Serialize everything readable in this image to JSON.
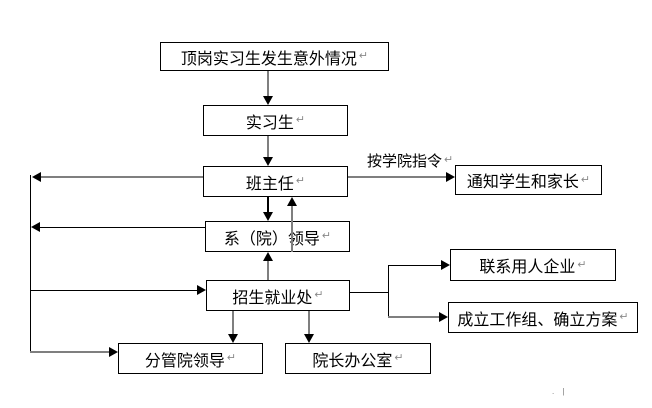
{
  "diagram": {
    "type": "flowchart",
    "nodes": {
      "incident": {
        "label": "顶岗实习生发生意外情况"
      },
      "intern": {
        "label": "实习生"
      },
      "teacher": {
        "label": "班主任"
      },
      "notify": {
        "label": "通知学生和家长"
      },
      "dept": {
        "label": "系（院）领导"
      },
      "admissions": {
        "label": "招生就业处"
      },
      "contact": {
        "label": "联系用人企业"
      },
      "workgroup": {
        "label": "成立工作组、确立方案"
      },
      "vp": {
        "label": "分管院领导"
      },
      "office": {
        "label": "院长办公室"
      }
    },
    "edge_labels": {
      "instruction": "按学院指令"
    },
    "return_mark": "↵",
    "stray_mark": ". |",
    "edges": [
      {
        "from": "incident",
        "to": "intern",
        "direction": "down"
      },
      {
        "from": "intern",
        "to": "teacher",
        "direction": "down"
      },
      {
        "from": "teacher",
        "to": "dept",
        "direction": "down"
      },
      {
        "from": "dept",
        "to": "teacher",
        "direction": "up"
      },
      {
        "from": "admissions",
        "to": "dept",
        "direction": "up"
      },
      {
        "from": "teacher",
        "to": "notify",
        "direction": "right",
        "label": "按学院指令"
      },
      {
        "from": "teacher",
        "to": "left-rail",
        "direction": "left"
      },
      {
        "from": "dept",
        "to": "left-rail",
        "direction": "left"
      },
      {
        "from": "left-rail",
        "to": "admissions",
        "direction": "right"
      },
      {
        "from": "left-rail",
        "to": "vp",
        "direction": "right"
      },
      {
        "from": "admissions",
        "to": "vp",
        "direction": "down"
      },
      {
        "from": "admissions",
        "to": "office",
        "direction": "down"
      },
      {
        "from": "admissions",
        "to": "contact",
        "direction": "right"
      },
      {
        "from": "admissions",
        "to": "workgroup",
        "direction": "right"
      }
    ],
    "colors": {
      "background": "#ffffff",
      "box_border": "#000000",
      "text": "#000000",
      "line_gray": "#7f7f7f",
      "line_black": "#000000",
      "return_mark": "#8a8a8a"
    }
  }
}
